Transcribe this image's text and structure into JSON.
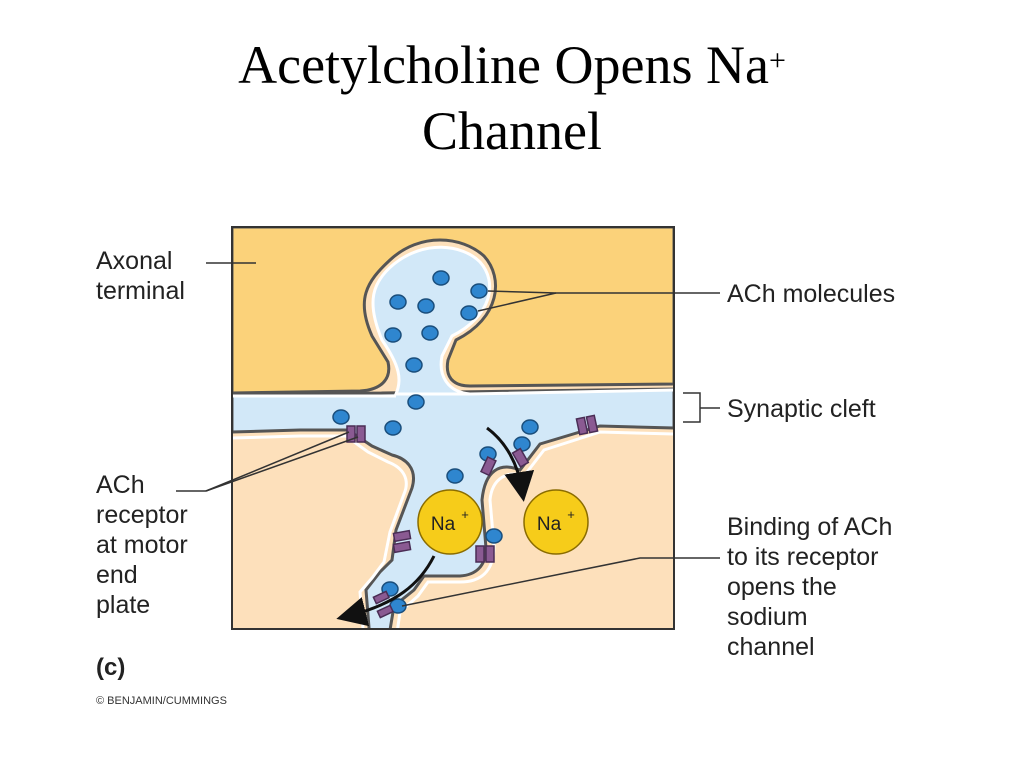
{
  "title": {
    "line1": "Acetylcholine Opens Na",
    "sup": "+",
    "line2": "Channel"
  },
  "labels": {
    "axonal_terminal": [
      "Axonal",
      "terminal"
    ],
    "ach_molecules": "ACh molecules",
    "synaptic_cleft": "Synaptic cleft",
    "ach_receptor": [
      "ACh",
      "receptor",
      "at motor",
      "end",
      "plate"
    ],
    "binding": [
      "Binding of ACh",
      "to its receptor",
      "opens the",
      "sodium",
      "channel"
    ]
  },
  "ions": {
    "text": "Na",
    "sup": "+"
  },
  "panel_label": "(c)",
  "copyright": "© BENJAMIN/CUMMINGS",
  "colors": {
    "axon": "#fbd27a",
    "muscle": "#fde0bb",
    "cleft": "#d2e8f8",
    "ach": "#2f86cf",
    "receptor": "#8a5a92",
    "na_ion": "#f6cc1a",
    "outline": "#555555"
  }
}
